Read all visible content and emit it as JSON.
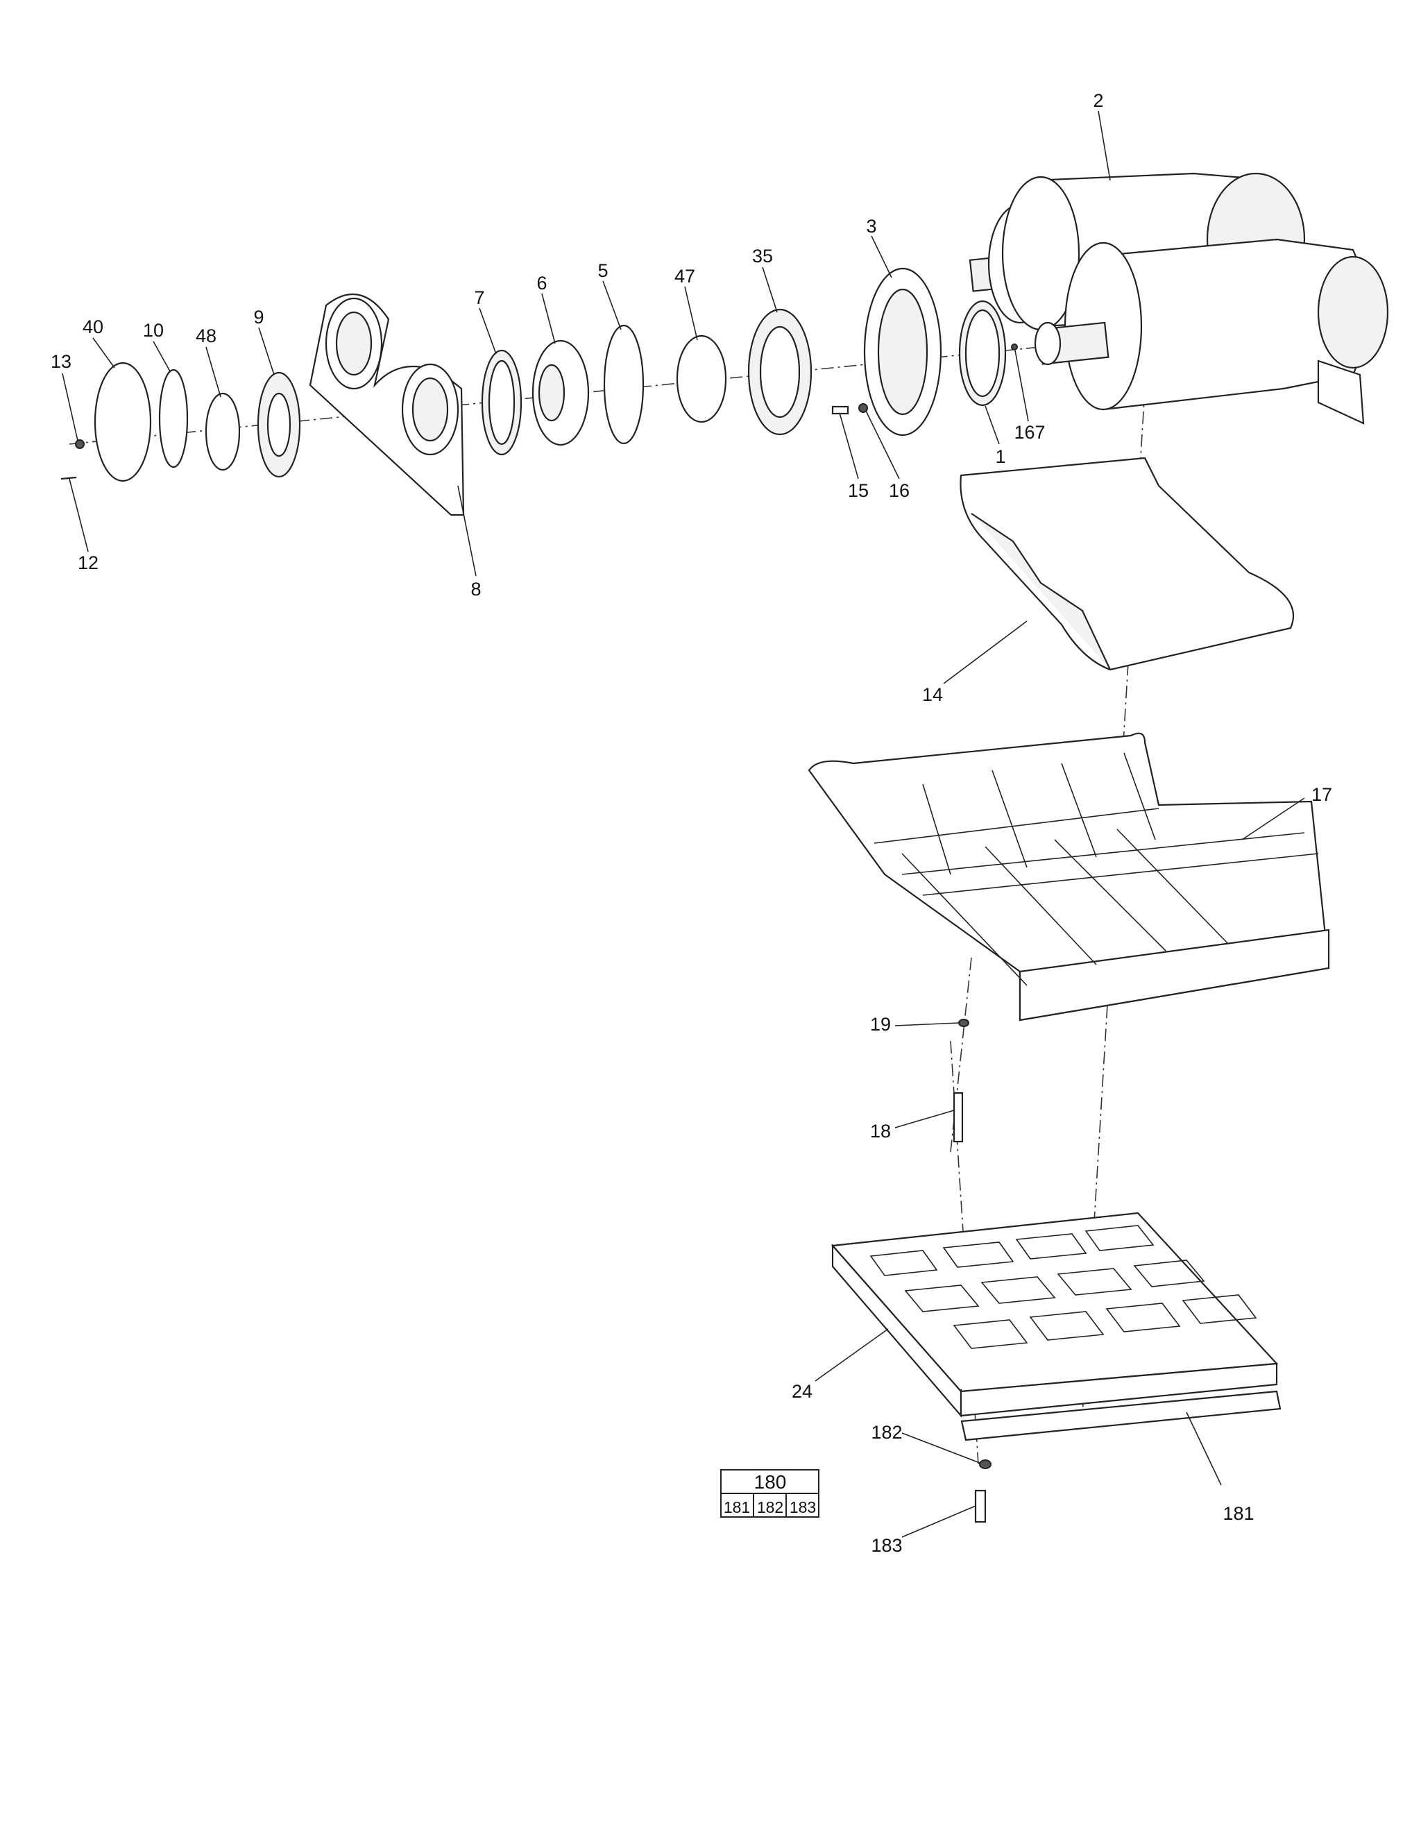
{
  "callouts": {
    "c1": "1",
    "c2": "2",
    "c3": "3",
    "c5": "5",
    "c6": "6",
    "c7": "7",
    "c8": "8",
    "c9": "9",
    "c10": "10",
    "c12": "12",
    "c13": "13",
    "c14": "14",
    "c15": "15",
    "c16": "16",
    "c17": "17",
    "c18": "18",
    "c19": "19",
    "c24": "24",
    "c35": "35",
    "c40": "40",
    "c47": "47",
    "c48": "48",
    "c167": "167",
    "c181": "181",
    "c182": "182",
    "c183": "183"
  },
  "kit_table": {
    "header": "180",
    "cells": [
      "181",
      "182",
      "183"
    ]
  }
}
